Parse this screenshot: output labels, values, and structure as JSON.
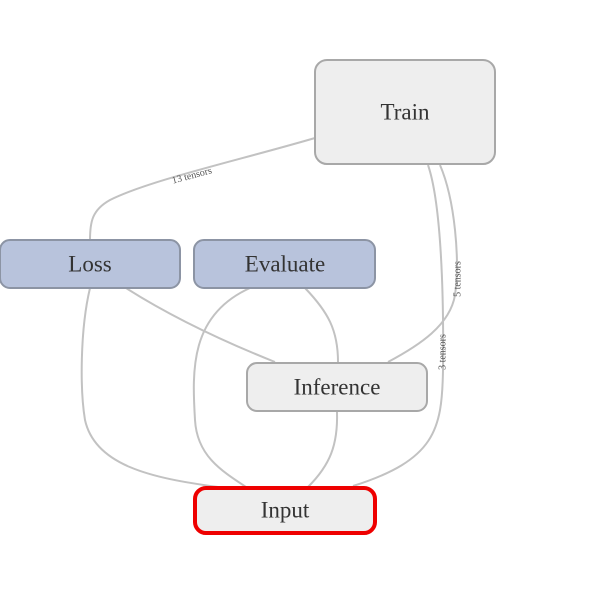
{
  "nodes": {
    "train": "Train",
    "loss": "Loss",
    "evaluate": "Evaluate",
    "inference": "Inference",
    "input": "Input"
  },
  "edge_labels": {
    "train_to_loss": "13 tensors",
    "train_to_inference": "5 tensors",
    "train_to_input": "3 tensors"
  },
  "colors": {
    "node_fill": "#eeeeee",
    "node_border": "#a8a8a8",
    "highlight_fill": "#b8c3dc",
    "selected_border": "#ee0000",
    "edge": "#c2c2c2"
  }
}
